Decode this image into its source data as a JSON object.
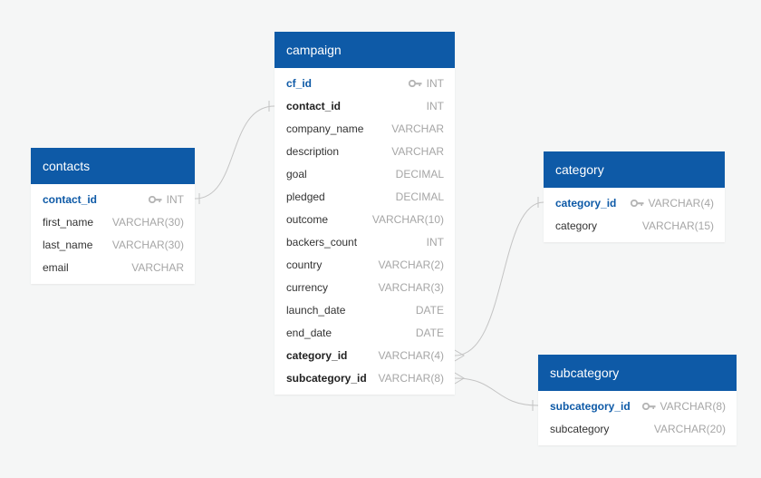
{
  "colors": {
    "background": "#f5f6f6",
    "header": "#0e5aa7",
    "primary_key_text": "#0e5aa7",
    "type_text": "#a6a6a6",
    "connector": "#c4c4c4"
  },
  "tables": {
    "contacts": {
      "title": "contacts",
      "columns": [
        {
          "name": "contact_id",
          "type": "INT",
          "key": "primary",
          "icon": "key-icon"
        },
        {
          "name": "first_name",
          "type": "VARCHAR(30)"
        },
        {
          "name": "last_name",
          "type": "VARCHAR(30)"
        },
        {
          "name": "email",
          "type": "VARCHAR"
        }
      ]
    },
    "campaign": {
      "title": "campaign",
      "columns": [
        {
          "name": "cf_id",
          "type": "INT",
          "key": "primary",
          "icon": "key-icon"
        },
        {
          "name": "contact_id",
          "type": "INT",
          "key": "foreign"
        },
        {
          "name": "company_name",
          "type": "VARCHAR"
        },
        {
          "name": "description",
          "type": "VARCHAR"
        },
        {
          "name": "goal",
          "type": "DECIMAL"
        },
        {
          "name": "pledged",
          "type": "DECIMAL"
        },
        {
          "name": "outcome",
          "type": "VARCHAR(10)"
        },
        {
          "name": "backers_count",
          "type": "INT"
        },
        {
          "name": "country",
          "type": "VARCHAR(2)"
        },
        {
          "name": "currency",
          "type": "VARCHAR(3)"
        },
        {
          "name": "launch_date",
          "type": "DATE"
        },
        {
          "name": "end_date",
          "type": "DATE"
        },
        {
          "name": "category_id",
          "type": "VARCHAR(4)",
          "key": "foreign"
        },
        {
          "name": "subcategory_id",
          "type": "VARCHAR(8)",
          "key": "foreign"
        }
      ]
    },
    "category": {
      "title": "category",
      "columns": [
        {
          "name": "category_id",
          "type": "VARCHAR(4)",
          "key": "primary",
          "icon": "key-icon"
        },
        {
          "name": "category",
          "type": "VARCHAR(15)"
        }
      ]
    },
    "subcategory": {
      "title": "subcategory",
      "columns": [
        {
          "name": "subcategory_id",
          "type": "VARCHAR(8)",
          "key": "primary",
          "icon": "key-icon"
        },
        {
          "name": "subcategory",
          "type": "VARCHAR(20)"
        }
      ]
    }
  },
  "relationships": [
    {
      "from_table": "campaign",
      "from_column": "contact_id",
      "to_table": "contacts",
      "to_column": "contact_id",
      "cardinality": "one-to-one"
    },
    {
      "from_table": "campaign",
      "from_column": "category_id",
      "to_table": "category",
      "to_column": "category_id",
      "cardinality": "many-to-one"
    },
    {
      "from_table": "campaign",
      "from_column": "subcategory_id",
      "to_table": "subcategory",
      "to_column": "subcategory_id",
      "cardinality": "many-to-one"
    }
  ]
}
